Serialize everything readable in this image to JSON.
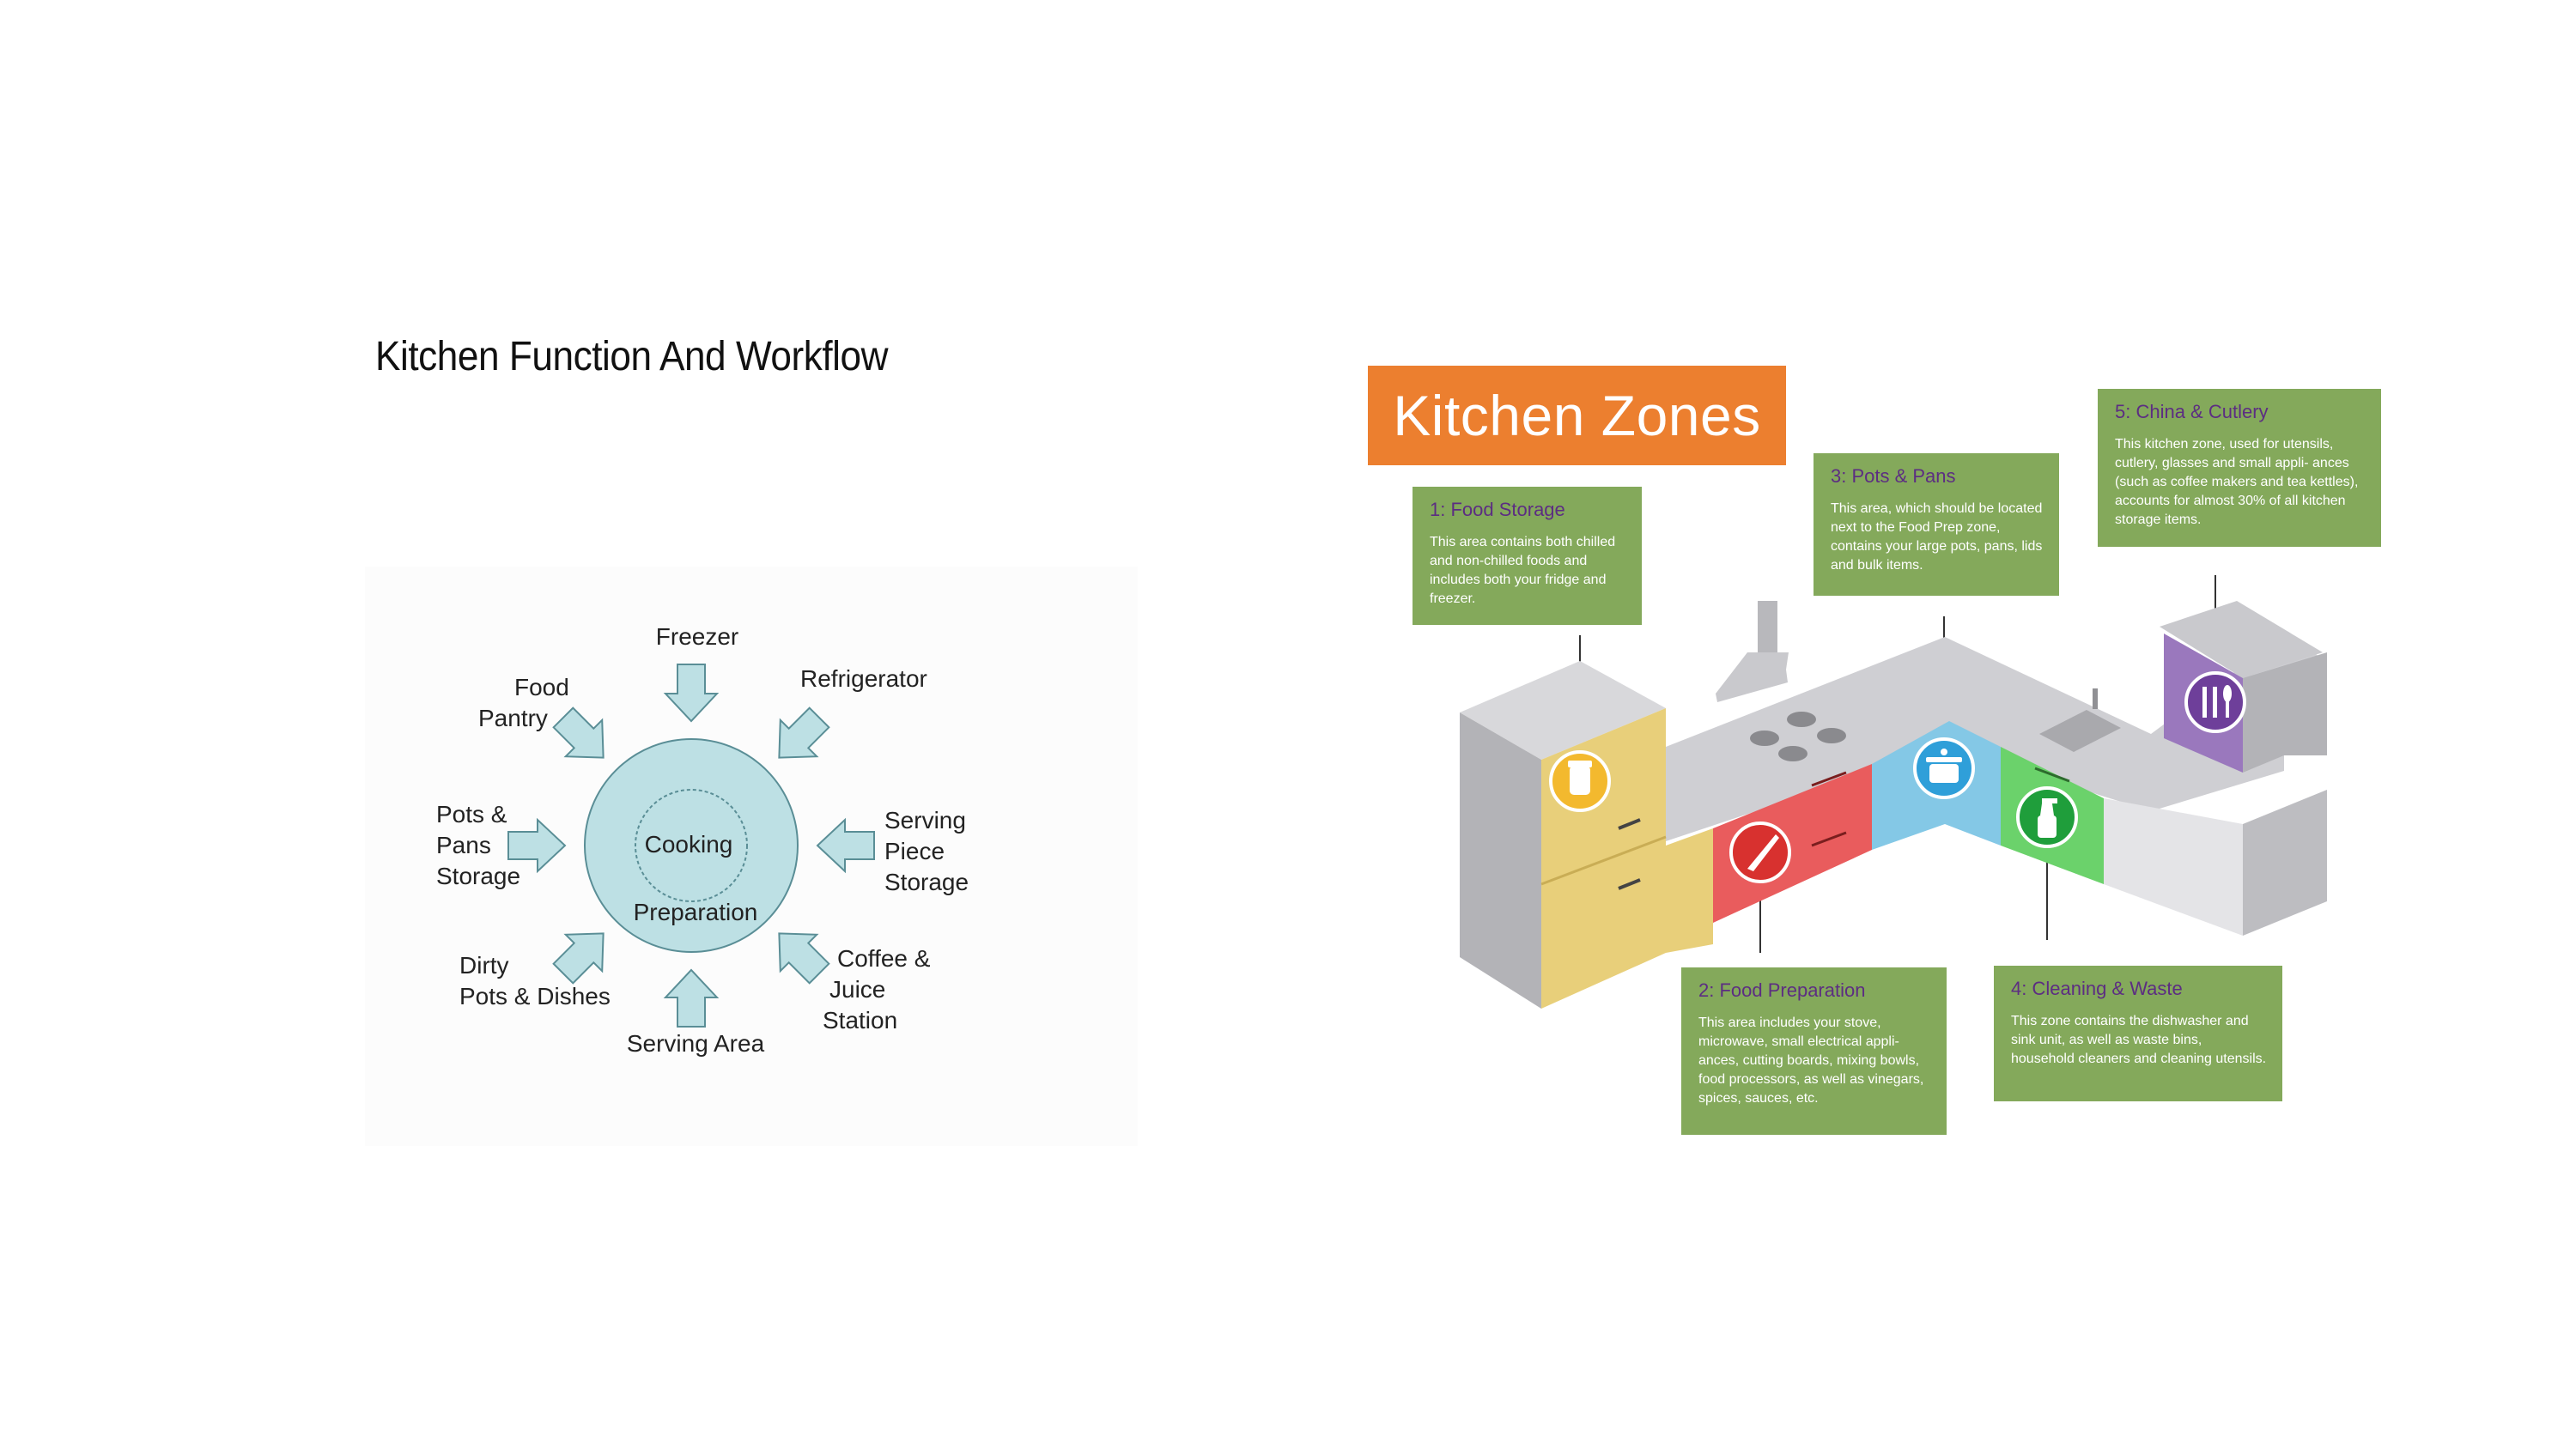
{
  "left": {
    "title": "Kitchen Function And Workflow",
    "center": {
      "line1": "Cooking",
      "line2": "Preparation"
    },
    "nodes": {
      "freezer": "Freezer",
      "refrigerator": "Refrigerator",
      "food_pantry_1": "Food",
      "food_pantry_2": "Pantry",
      "pots_1": "Pots &",
      "pots_2": "Pans",
      "pots_3": "Storage",
      "serving_piece_1": "Serving",
      "serving_piece_2": "Piece",
      "serving_piece_3": "Storage",
      "dirty_1": "Dirty",
      "dirty_2": "Pots & Dishes",
      "serving_area": "Serving Area",
      "coffee_1": "Coffee &",
      "coffee_2": "Juice",
      "coffee_3": "Station"
    }
  },
  "right": {
    "banner": "Kitchen Zones",
    "zones": [
      {
        "heading": "1:  Food Storage",
        "text": "This area contains both chilled and non-chilled foods and includes both your fridge and freezer."
      },
      {
        "heading": "2:  Food Preparation",
        "text": "This area includes your stove, microwave, small electrical appli- ances, cutting boards, mixing bowls, food processors, as well as vinegars, spices, sauces, etc."
      },
      {
        "heading": "3:  Pots & Pans",
        "text": "This area, which should be located next to the Food Prep zone, contains your large pots, pans, lids and bulk items."
      },
      {
        "heading": "4:  Cleaning & Waste",
        "text": "This zone contains the dishwasher and sink unit, as well as waste bins, household cleaners and cleaning utensils."
      },
      {
        "heading": "5:  China & Cutlery",
        "text": "This kitchen zone, used for utensils, cutlery, glasses and small appli- ances (such as coffee makers and tea kettles), accounts for almost 30% of all kitchen storage items."
      }
    ],
    "colors": {
      "storage": "#e8cf7a",
      "prep": "#e95c5d",
      "pots": "#84c8e6",
      "cleaning": "#6bd26b",
      "china": "#9a78bd",
      "box": "#84a95b",
      "banner": "#ec7f2f"
    },
    "icons": [
      "jar-icon",
      "knife-icon",
      "pot-icon",
      "spray-bottle-icon",
      "cutlery-icon"
    ]
  }
}
